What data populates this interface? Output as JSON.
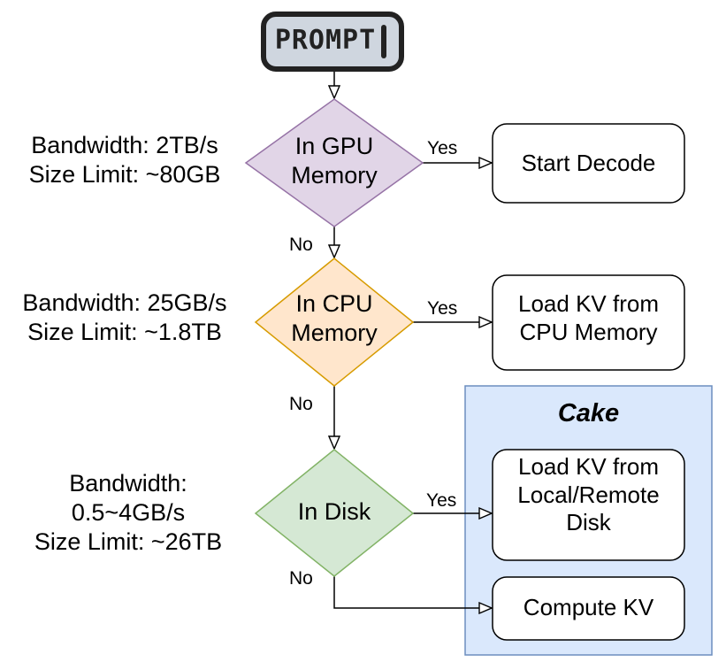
{
  "prompt": {
    "label": "PROMPT"
  },
  "decisions": [
    {
      "id": "gpu",
      "label_line1": "In GPU",
      "label_line2": "Memory",
      "fill": "#e1d5e7",
      "stroke": "#9673a6",
      "side_line1": "Bandwidth: 2TB/s",
      "side_line2": "Size Limit: ~80GB",
      "side_line3": ""
    },
    {
      "id": "cpu",
      "label_line1": "In CPU",
      "label_line2": "Memory",
      "fill": "#ffe6cc",
      "stroke": "#d79b00",
      "side_line1": "Bandwidth: 25GB/s",
      "side_line2": "Size Limit: ~1.8TB",
      "side_line3": ""
    },
    {
      "id": "disk",
      "label_line1": "In Disk",
      "label_line2": "",
      "fill": "#d5e8d4",
      "stroke": "#82b366",
      "side_line1": "Bandwidth:",
      "side_line2": "0.5~4GB/s",
      "side_line3": "Size Limit: ~26TB"
    }
  ],
  "actions": {
    "start_decode": {
      "line1": "Start Decode"
    },
    "load_cpu": {
      "line1": "Load KV from",
      "line2": "CPU Memory"
    },
    "load_disk": {
      "line1": "Load KV from",
      "line2": "Local/Remote",
      "line3": "Disk"
    },
    "compute": {
      "line1": "Compute KV"
    }
  },
  "edges": {
    "yes": "Yes",
    "no": "No"
  },
  "group": {
    "title": "Cake",
    "fill": "#dae8fc",
    "stroke": "#6c8ebf"
  }
}
